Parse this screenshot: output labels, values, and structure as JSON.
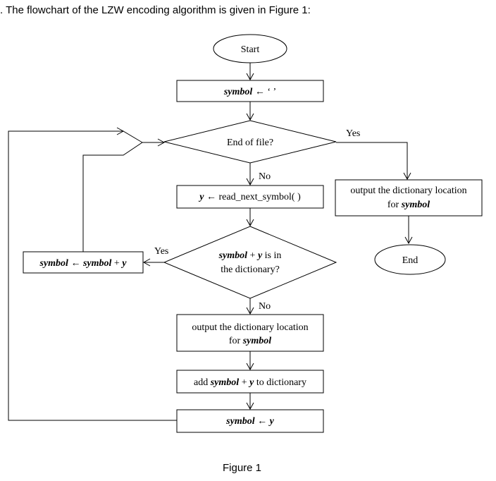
{
  "intro_text": ". The flowchart of the LZW encoding algorithm is given in Figure 1:",
  "caption": "Figure 1",
  "nodes": {
    "start": "Start",
    "init": {
      "var": "symbol",
      "arrow": "←",
      "value": "‘ ’"
    },
    "eof": "End of file?",
    "read": {
      "var": "y",
      "arrow": "←",
      "call": "read_next_symbol( )"
    },
    "in_dict": {
      "line1_var": "symbol",
      "line1_op": "+",
      "line1_var2": "y",
      "line1_rest": "is in",
      "line2": "the dictionary?"
    },
    "output_mid": {
      "line1": "output the dictionary location",
      "line2_prefix": "for",
      "line2_var": "symbol"
    },
    "add": {
      "prefix": "add",
      "var": "symbol",
      "op": "+",
      "var2": "y",
      "suffix": "to dictionary"
    },
    "assign": {
      "var": "symbol",
      "arrow": "←",
      "var2": "y"
    },
    "concat": {
      "var": "symbol",
      "arrow": "←",
      "var2": "symbol",
      "op": "+",
      "var3": "y"
    },
    "output_right": {
      "line1": "output the dictionary location",
      "line2_prefix": "for",
      "line2_var": "symbol"
    },
    "end": "End"
  },
  "edge_labels": {
    "eof_yes": "Yes",
    "eof_no": "No",
    "dict_yes": "Yes",
    "dict_no": "No"
  }
}
